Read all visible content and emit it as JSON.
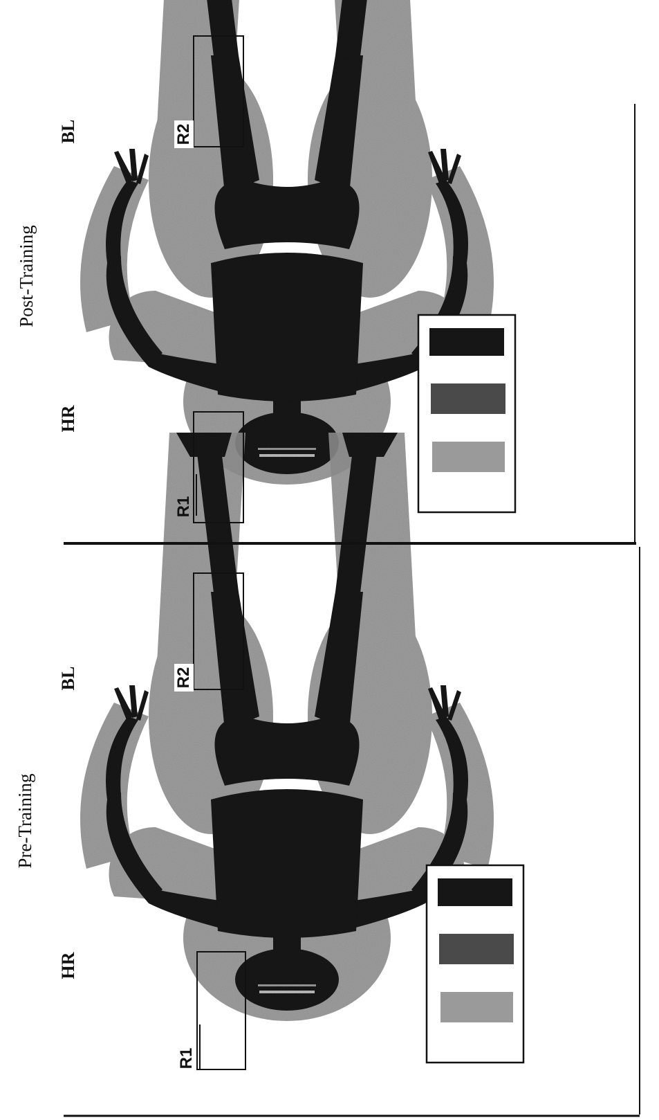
{
  "panels": [
    {
      "title": "Post-Training",
      "left_side_label": "HR",
      "right_side_label": "BL",
      "roi_labels": [
        "R1",
        "R2"
      ]
    },
    {
      "title": "Pre-Training",
      "left_side_label": "HR",
      "right_side_label": "BL",
      "roi_labels": [
        "R1",
        "R2"
      ]
    }
  ],
  "colors": {
    "background": "#ffffff",
    "dense_tissue": "#151515",
    "soft_tissue": "#8f8f8f",
    "frame": "#111111"
  }
}
